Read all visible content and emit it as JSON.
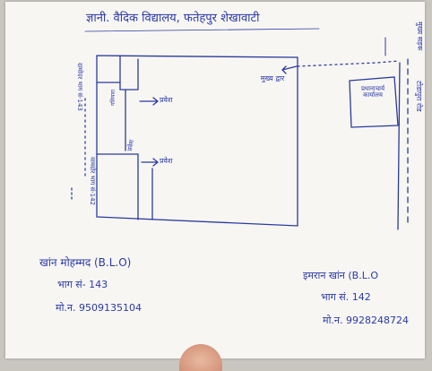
{
  "document": {
    "title": "ज्ञानी. वैदिक विद्यालय, फतेहपुर शेखावाटी",
    "map": {
      "left_room_top": "दामोदर भाग सं-143",
      "left_room_bottom": "वामदोर भाग सं-142",
      "corridor": "गलियारा",
      "entrance_label_1": "प्रवेश",
      "entrance_label_2": "प्रवेश",
      "side_gate_label": "प्रवेश",
      "main_gate": "मुख्य द्वार",
      "right_building": "प्रधानाचार्य कार्यालय",
      "road_label": "मुख्य सड़क",
      "road_label_2": "टोडापुरा रोड"
    },
    "blo_left": {
      "name": "खांन मोहम्मद (B.L.O)",
      "part": "भाग सं- 143",
      "mobile": "मो.न. 9509135104"
    },
    "blo_right": {
      "name": "इमरान खांन (B.L.O",
      "part": "भाग सं. 142",
      "mobile": "मो.न. 9928248724"
    }
  }
}
